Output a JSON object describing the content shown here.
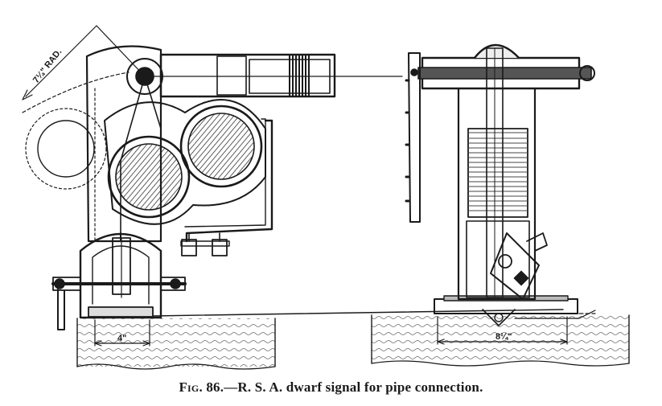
{
  "figure": {
    "caption_prefix": "Fig. 86.",
    "caption_text": "—R. S. A. dwarf signal for pipe connection.",
    "dimensions": {
      "radius": "7¼\" RAD.",
      "base_left": "4\"",
      "base_right": "8¼\""
    }
  }
}
